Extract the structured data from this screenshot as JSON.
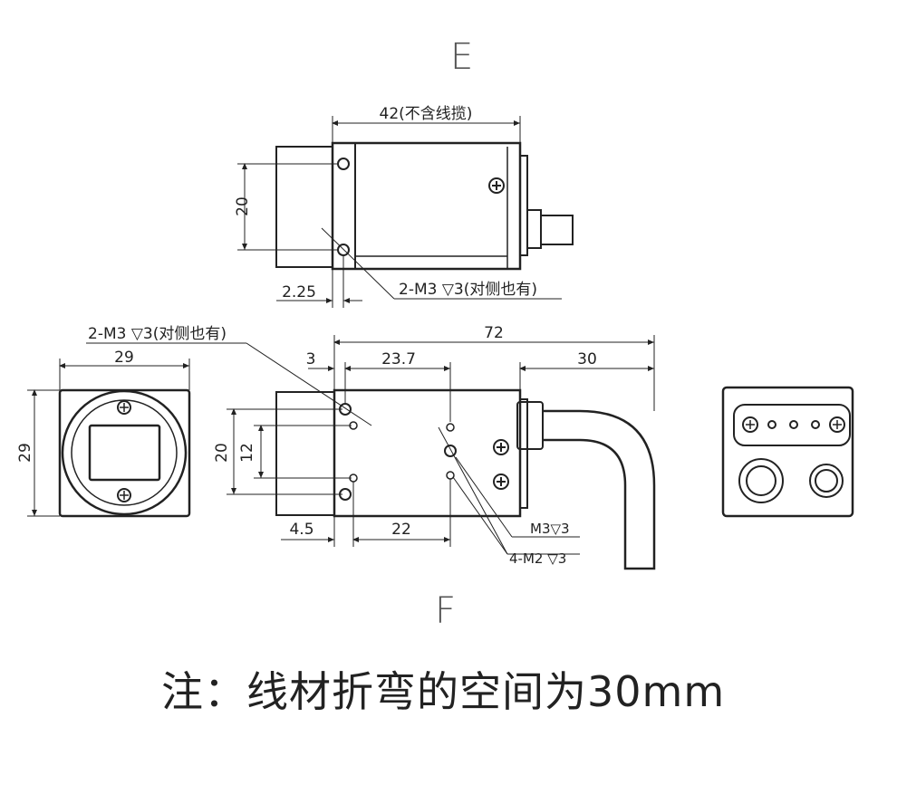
{
  "views": {
    "top_label": "E",
    "front_label": "F"
  },
  "top_view": {
    "dim_length": "42(不含线揽)",
    "dim_height": "20",
    "dim_offset": "2.25",
    "hole_note": "2-M3 ▽3(对侧也有)"
  },
  "side_view": {
    "hole_note": "2-M3 ▽3(对侧也有)",
    "dim_total": "72",
    "dim_3": "3",
    "dim_23_7": "23.7",
    "dim_30": "30",
    "dim_20": "20",
    "dim_12": "12",
    "dim_4_5": "4.5",
    "dim_22": "22",
    "note_m3": "M3▽3",
    "note_m2": "4-M2 ▽3"
  },
  "front_view": {
    "dim_width": "29",
    "dim_height": "29"
  },
  "note": "注：线材折弯的空间为30mm"
}
